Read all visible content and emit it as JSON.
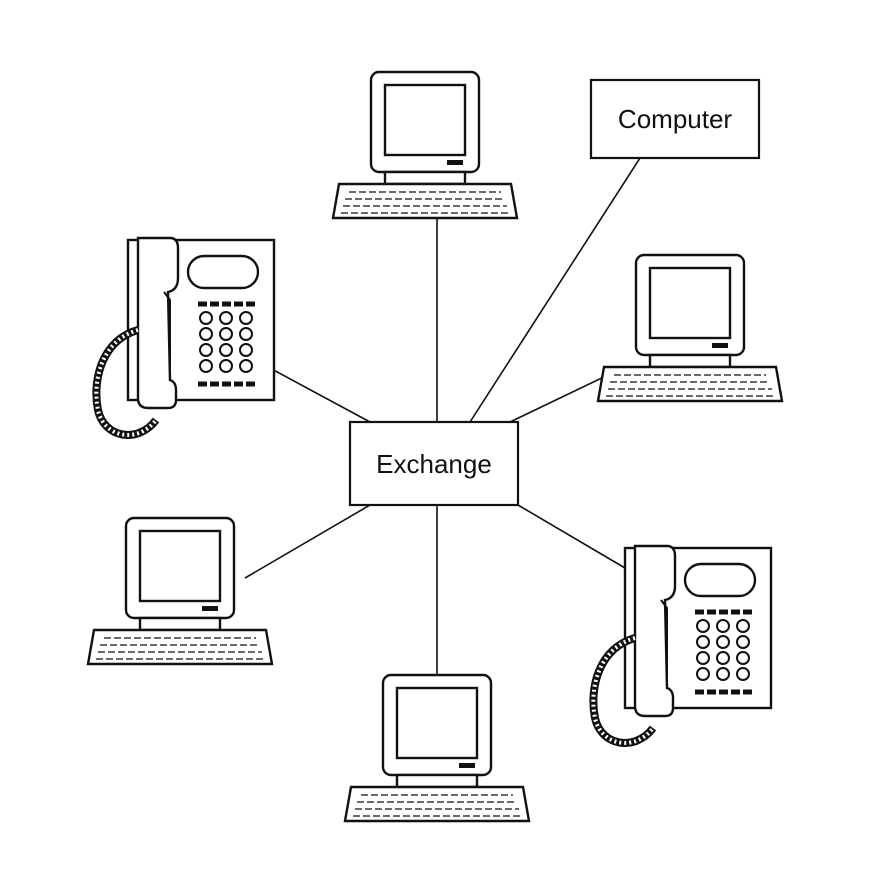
{
  "nodes": {
    "exchange": {
      "label": "Exchange"
    },
    "computer": {
      "label": "Computer"
    },
    "terminals": [
      "terminal",
      "terminal",
      "terminal",
      "terminal"
    ],
    "telephones": [
      "telephone",
      "telephone"
    ]
  },
  "style": {
    "ink": "#111111",
    "background": "#ffffff"
  }
}
